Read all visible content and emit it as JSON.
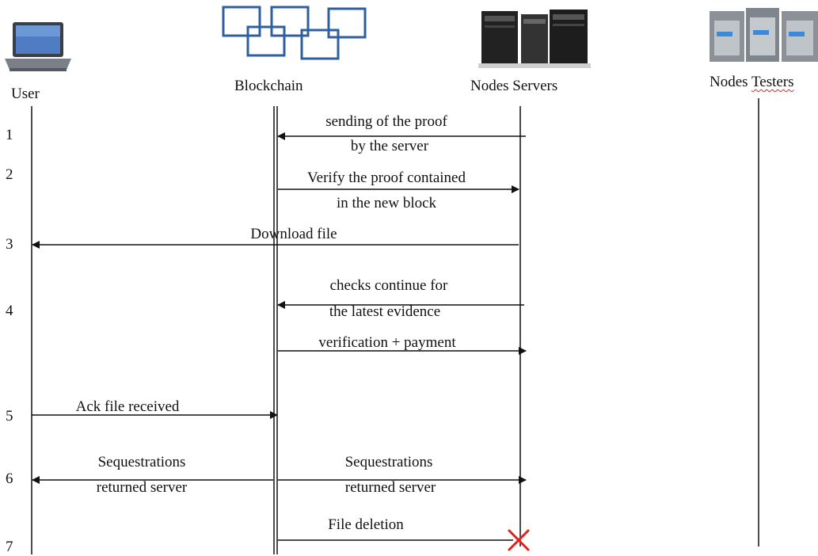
{
  "actors": {
    "user": "User",
    "blockchain": "Blockchain",
    "servers": "Nodes Servers",
    "testers_first": "Nodes",
    "testers_second": "Testers"
  },
  "steps": [
    "1",
    "2",
    "3",
    "4",
    "5",
    "6",
    "7"
  ],
  "messages": {
    "m1": [
      "sending of the proof",
      "by the server"
    ],
    "m2": [
      "Verify the proof contained",
      "in the new block"
    ],
    "m3": [
      "Download file"
    ],
    "m4": [
      "checks continue for",
      "the latest evidence"
    ],
    "m5": [
      "verification + payment"
    ],
    "m6": [
      "Ack file received"
    ],
    "m7": [
      "Sequestrations",
      "returned server"
    ],
    "m8": [
      "Sequestrations",
      "returned server"
    ],
    "m9": [
      "File deletion"
    ]
  },
  "icons": {
    "user": "laptop-icon",
    "blockchain": "chain-blocks-icon",
    "servers": "server-rack-icon",
    "testers": "server-rack-icon",
    "deletion": "cross-mark-icon"
  },
  "colors": {
    "block_outline": "#2f5f9e",
    "cross": "#e0201b",
    "line": "#111111"
  }
}
